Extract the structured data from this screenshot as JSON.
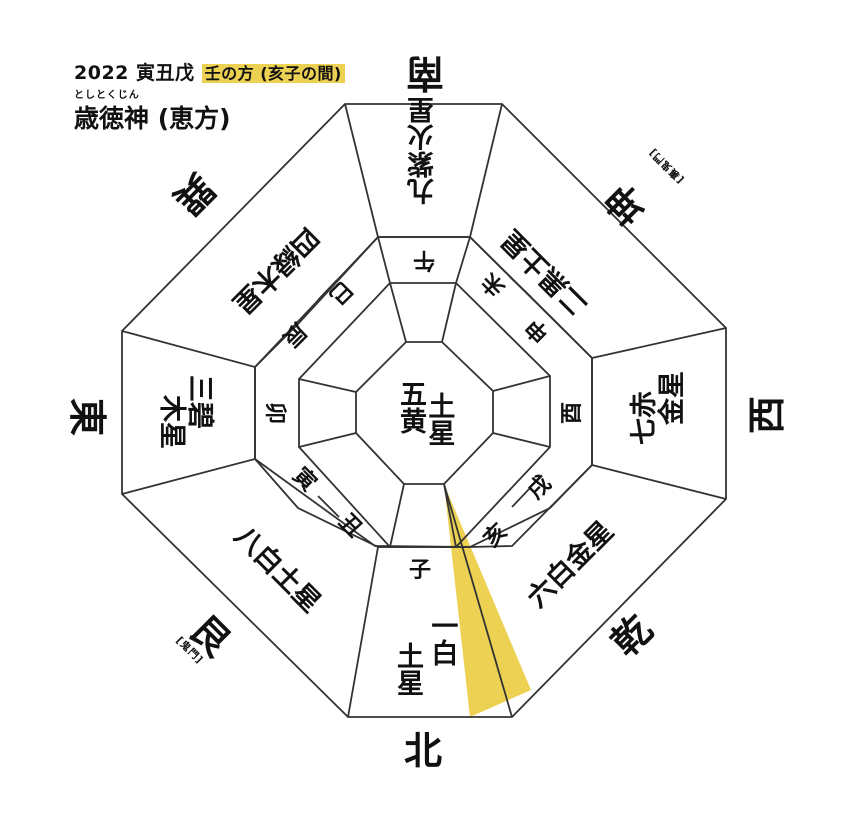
{
  "header": {
    "year_line": "2022 寅丑戊",
    "highlight": "壬の方 (亥子の間)",
    "ruby": "としとくじん",
    "title": "歳徳神 (恵方)"
  },
  "colors": {
    "highlight": "#ecd153",
    "wedge": "#ecd153",
    "line": "#333333"
  },
  "center": {
    "star_top": "五黄",
    "star_bottom": "土星"
  },
  "directions": {
    "south": "南",
    "southwest": "坤",
    "southwest_note": "[裏鬼門]",
    "west": "西",
    "northwest": "乾",
    "north": "北",
    "northeast": "艮",
    "northeast_note": "[鬼門]",
    "east": "東",
    "southeast": "巽"
  },
  "stars": {
    "south": "九紫火星",
    "southwest": "二黒土星",
    "west_a": "七赤",
    "west_b": "金星",
    "northwest": "六白金星",
    "north_a": "一白",
    "north_b": "土星",
    "northeast": "八白土星",
    "east_a": "三碧",
    "east_b": "木星",
    "southeast": "四緑木星"
  },
  "zodiac": {
    "south": "午",
    "southwest_a": "未",
    "southwest_b": "申",
    "west": "酉",
    "northwest_a": "戌",
    "northwest_b": "亥",
    "north": "子",
    "northeast_a": "丑",
    "northeast_b": "寅",
    "east": "卯",
    "southeast_a": "辰",
    "southeast_b": "巳"
  }
}
